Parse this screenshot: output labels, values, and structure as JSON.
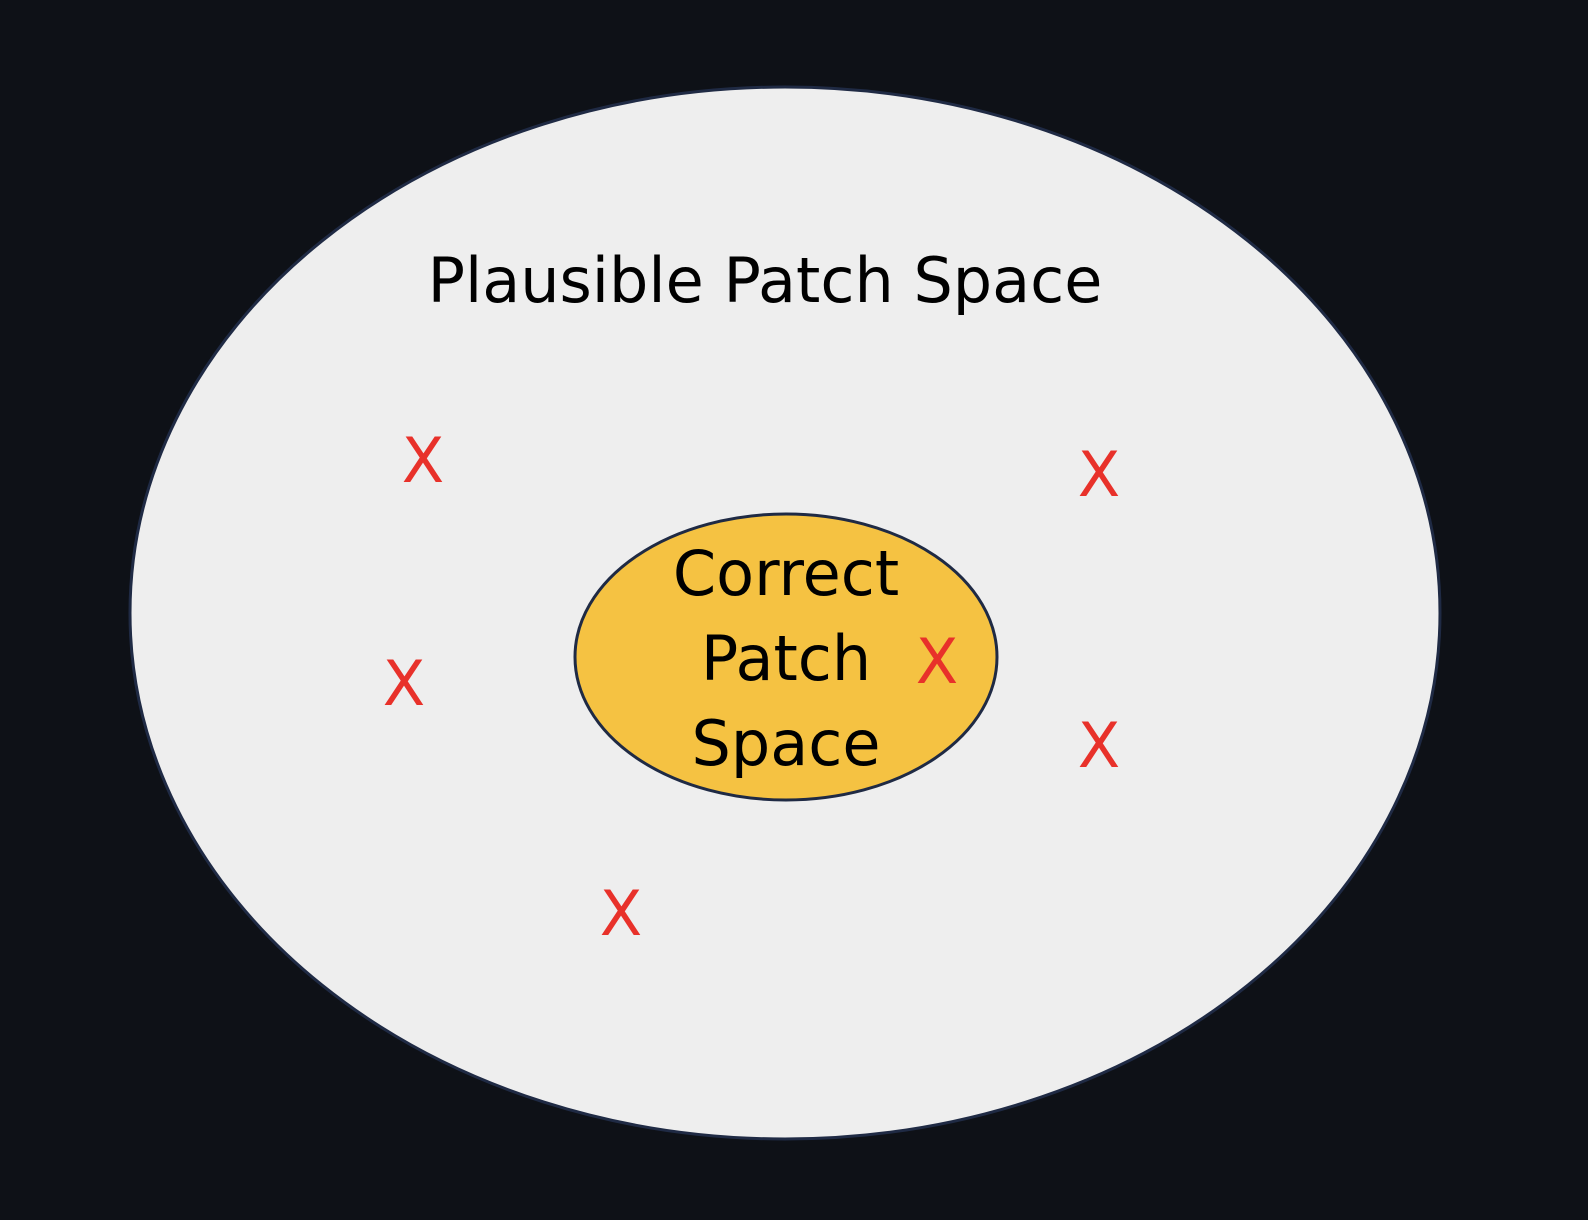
{
  "colors": {
    "background": "#0e1117",
    "outer_fill": "#eeeeee",
    "outer_stroke": "#1f2a44",
    "inner_fill": "#f5c242",
    "inner_stroke": "#1f2a44",
    "marker": "#e8312a",
    "text": "#000000"
  },
  "outer_region": {
    "label": "Plausible Patch Space"
  },
  "inner_region": {
    "label_lines": [
      "Correct",
      "Patch",
      "Space"
    ]
  },
  "markers": {
    "symbol": "X",
    "count": 6
  }
}
